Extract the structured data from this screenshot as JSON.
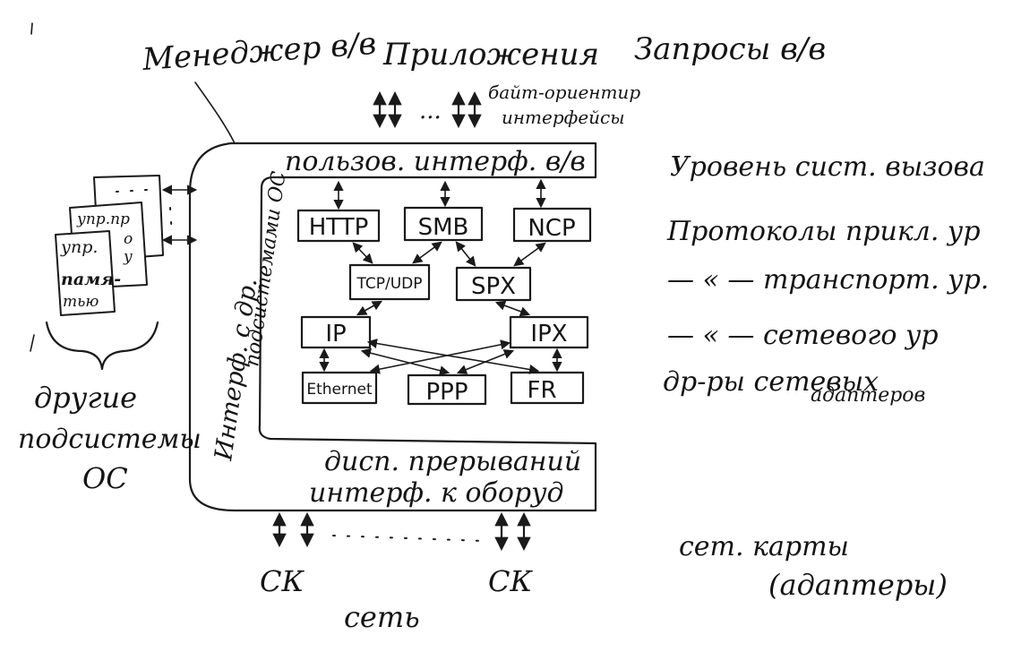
{
  "top_labels": {
    "io_manager": "Менеджер в/в",
    "applications": "Приложения",
    "io_requests": "Запросы в/в"
  },
  "byte_interfaces": {
    "ellipsis": "...",
    "line1": "байт-ориентир",
    "line2": "интерфейсы"
  },
  "user_interface_box": "пользов. интерф. в/в",
  "protocol_boxes": {
    "http": "HTTP",
    "smb": "SMB",
    "ncp": "NCP",
    "tcp_udp": "TCP/UDP",
    "spx": "SPX",
    "ip": "IP",
    "ipx": "IPX",
    "ethernet": "Ethernet",
    "ppp": "PPP",
    "fr": "FR"
  },
  "interrupt_box": {
    "line1": "дисп. прерываний",
    "line2": "интерф. к оборуд"
  },
  "vertical_label": {
    "line1": "Интерф. с др.",
    "line2": "подсистемами ОС"
  },
  "documents": {
    "doc1_line1": "упр.пр",
    "doc1_line2": "о",
    "doc1_line3": "у",
    "doc2_line1": "упр.",
    "doc2_line2": "памя-",
    "doc2_line3": "тью"
  },
  "other_subsystems": {
    "line1": "другие",
    "line2": "подсистемы",
    "line3": "ОС"
  },
  "right_labels": {
    "syscall_level": "Уровень сист. вызова",
    "app_protocols": "Протоколы прикл. ур",
    "transport": "— « — транспорт. ур.",
    "network": "— « — сетевого ур",
    "adapter_drivers_line1": "др-ры сетевых",
    "adapter_drivers_line2": "адаптеров"
  },
  "bottom_labels": {
    "nic_left": "СК",
    "nic_right": "СК",
    "network": "сеть",
    "net_cards_line1": "сет. карты",
    "net_cards_line2": "(адаптеры)"
  }
}
